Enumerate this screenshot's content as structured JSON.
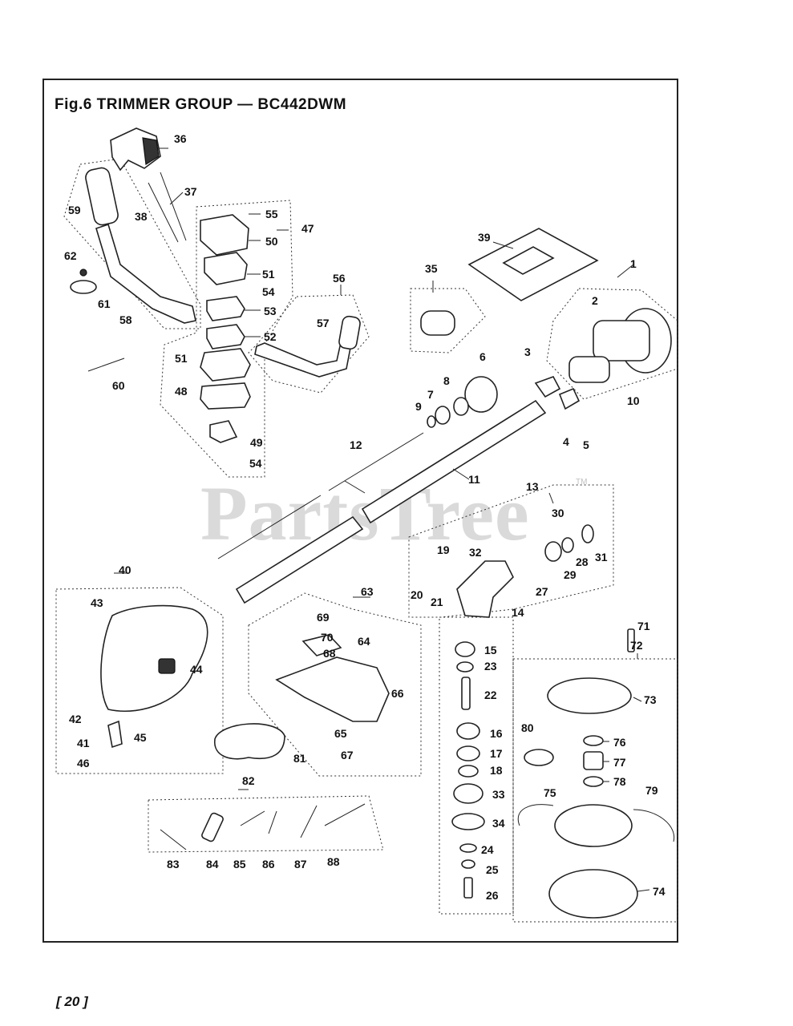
{
  "title": "Fig.6  TRIMMER GROUP — BC442DWM",
  "watermark": "PartsTree",
  "watermark_tm": "TM",
  "page_number": "[ 20 ]",
  "callouts": [
    "1",
    "2",
    "3",
    "4",
    "5",
    "6",
    "7",
    "8",
    "9",
    "10",
    "11",
    "12",
    "13",
    "14",
    "15",
    "16",
    "17",
    "18",
    "19",
    "20",
    "21",
    "22",
    "23",
    "24",
    "25",
    "26",
    "27",
    "28",
    "29",
    "30",
    "31",
    "32",
    "33",
    "34",
    "35",
    "36",
    "37",
    "38",
    "39",
    "40",
    "41",
    "42",
    "43",
    "44",
    "45",
    "46",
    "47",
    "48",
    "49",
    "50",
    "51",
    "51",
    "52",
    "53",
    "54",
    "54",
    "55",
    "56",
    "57",
    "58",
    "59",
    "60",
    "61",
    "62",
    "63",
    "64",
    "65",
    "66",
    "67",
    "68",
    "69",
    "70",
    "71",
    "72",
    "73",
    "74",
    "75",
    "76",
    "77",
    "78",
    "79",
    "80",
    "81",
    "82",
    "83",
    "84",
    "85",
    "86",
    "87",
    "88"
  ]
}
